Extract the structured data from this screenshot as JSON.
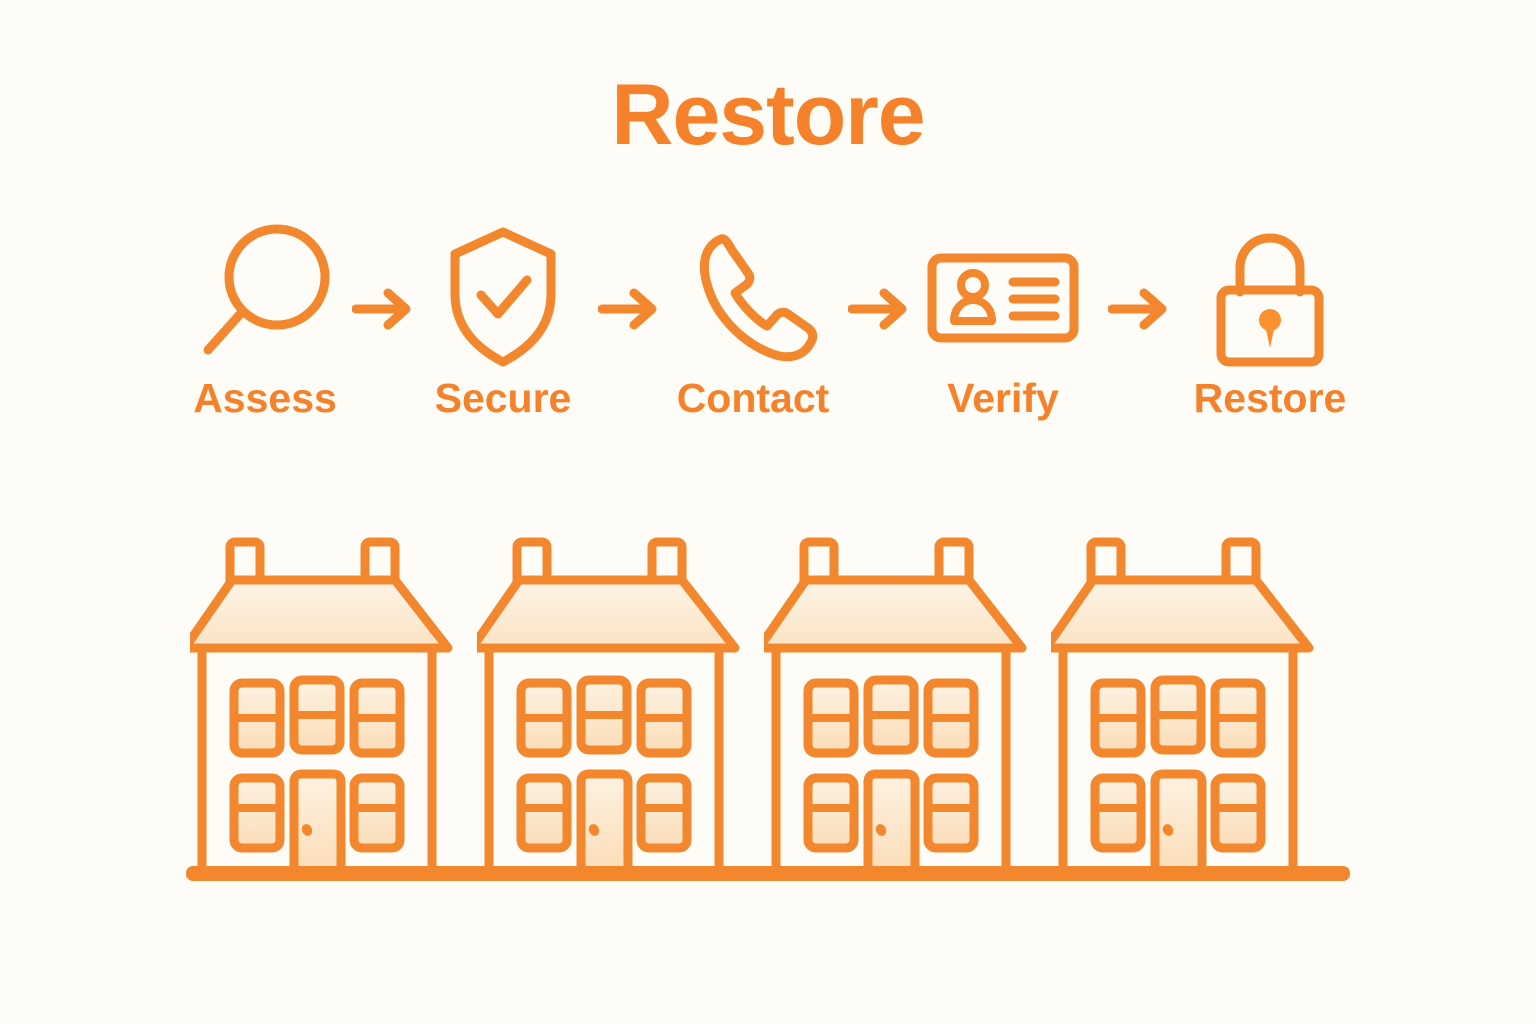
{
  "page": {
    "title": "Restore",
    "background_color": "#fdfcf7",
    "accent_color": "#f5822a",
    "stroke_color": "#f3872e",
    "fill_color": "#fdf0dd"
  },
  "process": {
    "steps": [
      {
        "label": "Assess",
        "icon": "magnifier-icon"
      },
      {
        "label": "Secure",
        "icon": "shield-check-icon"
      },
      {
        "label": "Contact",
        "icon": "phone-icon"
      },
      {
        "label": "Verify",
        "icon": "id-card-icon"
      },
      {
        "label": "Restore",
        "icon": "lock-icon"
      }
    ],
    "connectors": [
      {
        "icon": "arrow-right-icon"
      },
      {
        "icon": "arrow-right-icon"
      },
      {
        "icon": "arrow-right-icon"
      },
      {
        "icon": "arrow-right-icon"
      }
    ]
  },
  "illustration": {
    "name": "row-of-houses",
    "house_count": 4,
    "houses": [
      {
        "name": "house-1",
        "chimneys": 2,
        "upper_windows": 3,
        "lower_windows": 2,
        "doors": 1
      },
      {
        "name": "house-2",
        "chimneys": 2,
        "upper_windows": 3,
        "lower_windows": 2,
        "doors": 1
      },
      {
        "name": "house-3",
        "chimneys": 2,
        "upper_windows": 3,
        "lower_windows": 2,
        "doors": 1
      },
      {
        "name": "house-4",
        "chimneys": 2,
        "upper_windows": 3,
        "lower_windows": 2,
        "doors": 1
      }
    ],
    "ground_line": true
  }
}
